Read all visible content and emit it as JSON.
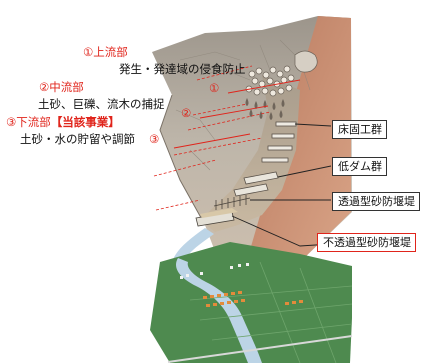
{
  "sections": [
    {
      "heading": "①上流部",
      "desc": "発生・発達域の侵食防止",
      "marker": "①"
    },
    {
      "heading": "②中流部",
      "desc": "土砂、巨礫、流木の捕捉",
      "marker": "②"
    },
    {
      "heading_main": "③下流部",
      "heading_highlight": "【当該事業】",
      "desc": "土砂・水の貯留や調節",
      "marker": "③"
    }
  ],
  "structures": [
    {
      "label": "床固工群"
    },
    {
      "label": "低ダム群"
    },
    {
      "label": "透過型砂防堰堤"
    },
    {
      "label": "不透過型砂防堰堤",
      "highlight": true
    }
  ],
  "colors": {
    "text_red": "#e0241b",
    "mountain_rock": "#b2aba0",
    "slope_cut": "#c68a70",
    "field_green": "#4e8a4f",
    "river_blue": "#bcd4e6"
  }
}
